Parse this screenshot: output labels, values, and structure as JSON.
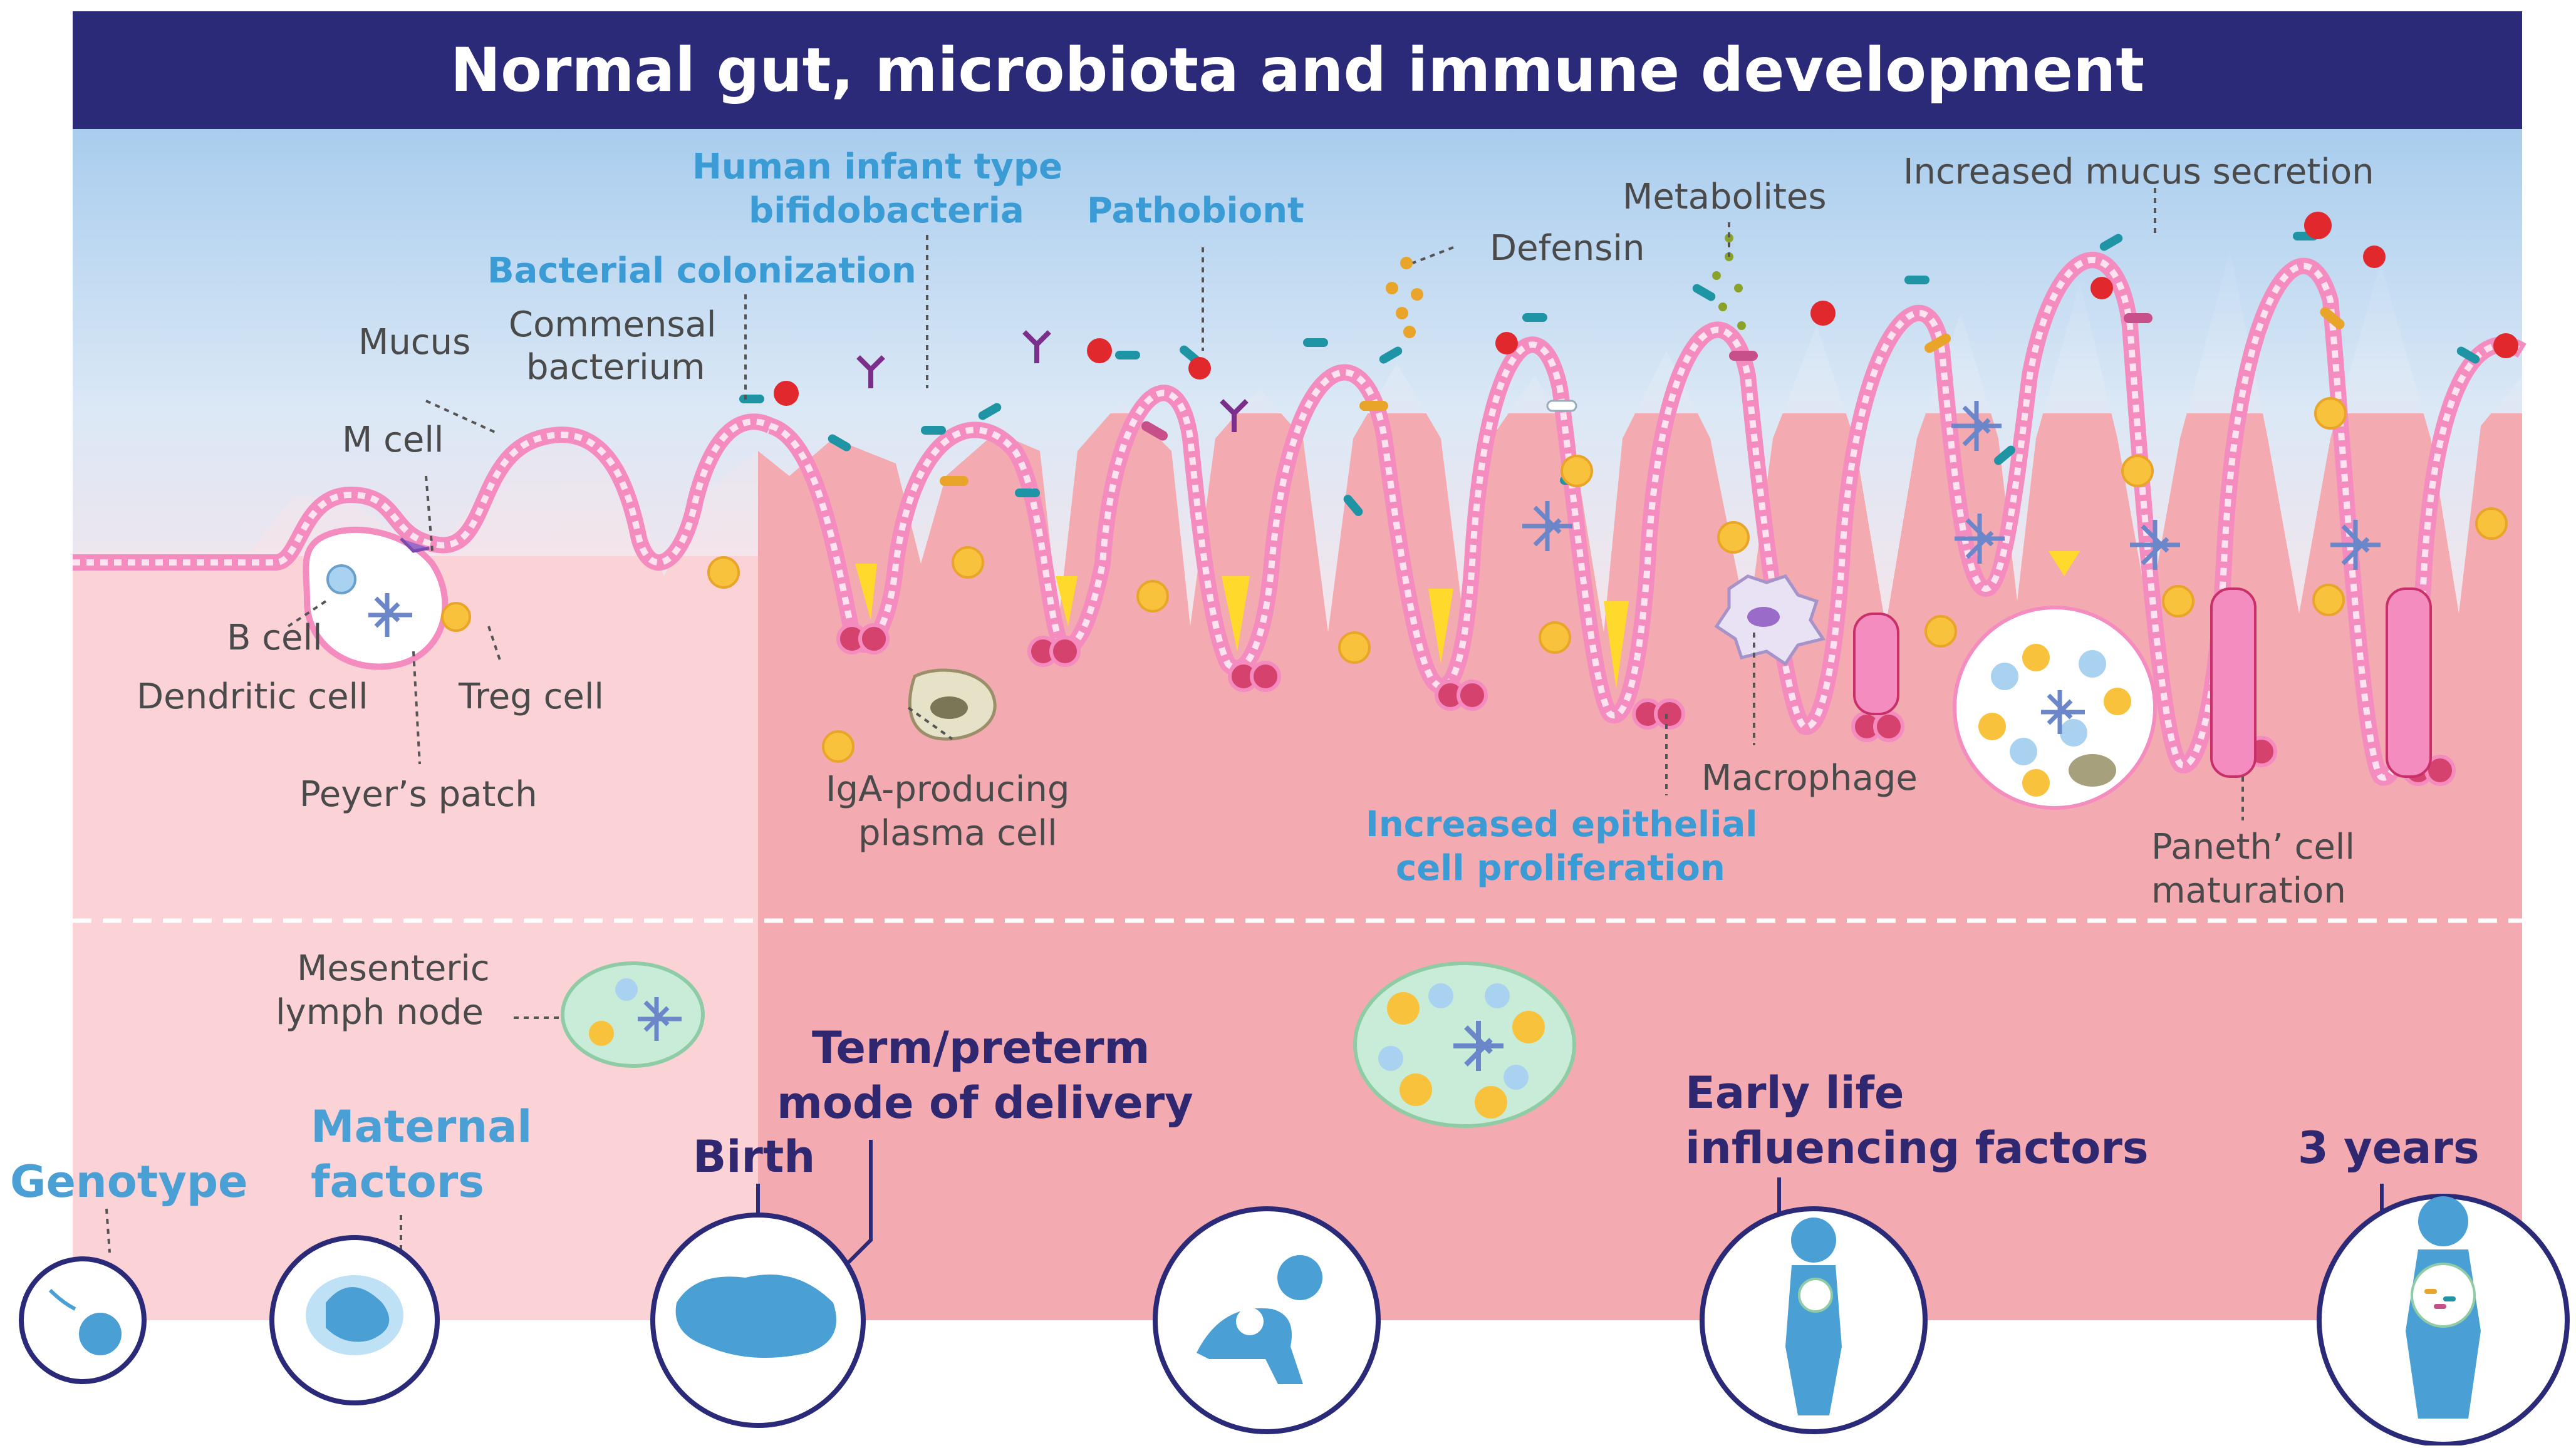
{
  "title": "Normal gut, microbiota and immune development",
  "colors": {
    "title_bar": "#2b2a78",
    "sky_top": "#a9cdee",
    "tissue_light": "#fbd3d6",
    "tissue_dark": "#f3aab1",
    "epithelium": "#f48cc0",
    "mucus": "#ffd92b",
    "commensal": "#1e94a5",
    "pathobiont": "#e0282d",
    "label_blue": "#3a9bd5",
    "label_navy": "#2f2770"
  },
  "labels": {
    "human_infant": "Human infant type",
    "bifidobacteria": "bifidobacteria",
    "pathobiont": "Pathobiont",
    "bacterial_colonization": "Bacterial colonization",
    "commensal_1": "Commensal",
    "commensal_2": "bacterium",
    "mucus": "Mucus",
    "m_cell": "M cell",
    "b_cell": "B cell",
    "dendritic_cell": "Dendritic cell",
    "treg_cell": "Treg  cell",
    "peyers_patch": "Peyer’s patch",
    "iga_1": "IgA-producing",
    "iga_2": "plasma cell",
    "defensin": "Defensin",
    "metabolites": "Metabolites",
    "increased_mucus": "Increased mucus secretion",
    "macrophage": "Macrophage",
    "epithelial_1": "Increased epithelial",
    "epithelial_2": "cell proliferation",
    "paneth_1": "Paneth’ cell",
    "paneth_2": "maturation",
    "mesenteric_1": "Mesenteric",
    "mesenteric_2": "lymph node"
  },
  "timeline": {
    "genotype": "Genotype",
    "maternal_1": "Maternal",
    "maternal_2": "factors",
    "birth": "Birth",
    "term_1": "Term/preterm",
    "term_2": "mode of delivery",
    "early_1": "Early life",
    "early_2": "influencing factors",
    "three_years": "3 years"
  }
}
